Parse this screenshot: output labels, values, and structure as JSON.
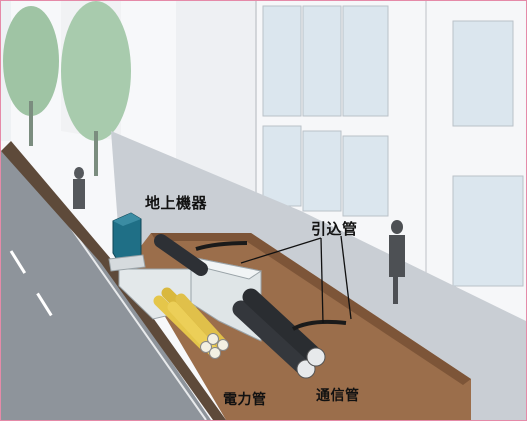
{
  "labels": {
    "ground_equipment": "地上機器",
    "service_conduit": "引込管",
    "power_conduit": "電力管",
    "telecom_conduit": "通信管"
  },
  "colors": {
    "frame": "#e58aa8",
    "road": "#8e949b",
    "sidewalk": "#c9ced4",
    "trench_soil": "#9b6e4b",
    "conduit_power": "#e5c64a",
    "conduit_telecom": "#3d4046",
    "ground_equipment": "#1f6f86",
    "building": "#f4f5f7",
    "glass": "#d9e6ee"
  }
}
